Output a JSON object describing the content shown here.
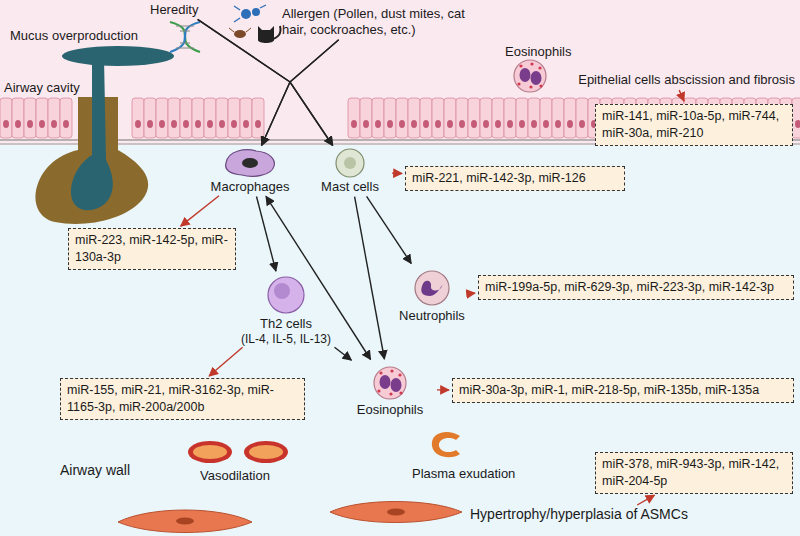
{
  "diagram": {
    "nodes": [
      {
        "text": [
          "Heredity"
        ]
      },
      {
        "text": [
          "Allergen (Pollen, dust mites, cat hair, cockroaches, etc.)"
        ]
      },
      {
        "text": [
          "Epithelial cells abscission and fibrosis"
        ]
      },
      {
        "text": [
          "miR-141, miR-10a-5p, miR-744, miR-30a, miR-210"
        ]
      },
      {
        "text": [
          "Macrophages"
        ]
      },
      {
        "text": [
          "Mast cells"
        ]
      },
      {
        "text": [
          "miR-221, miR-142-3p, miR-126"
        ]
      },
      {
        "text": [
          "miR-223, miR-142-5p, miR-130a-3p"
        ]
      },
      {
        "text": [
          "Th2 cells",
          "(IL-4, IL-5, IL-13)"
        ]
      },
      {
        "text": [
          "Neutrophils"
        ]
      },
      {
        "text": [
          "miR-199a-5p, miR-629-3p, miR-223-3p, miR-142-3p"
        ]
      },
      {
        "text": [
          "miR-155, miR-21, miR-3162-3p, miR-1165-3p, miR-200a/200b"
        ]
      },
      {
        "text": [
          "Eosinophils"
        ]
      },
      {
        "text": [
          "miR-30a-3p, miR-1, miR-218-5p, miR-135b, miR-135a"
        ]
      },
      {
        "text": [
          "miR-378, miR-943-3p, miR-142, miR-204-5p"
        ]
      },
      {
        "text": [
          "Hypertrophy/hyperplasia of ASMCs"
        ]
      }
    ],
    "edges": [
      {
        "from": 0,
        "to": 4,
        "arrow": "to"
      },
      {
        "from": 0,
        "to": 5,
        "arrow": "to"
      },
      {
        "from": 1,
        "to": 4,
        "arrow": "to"
      },
      {
        "from": 1,
        "to": 5,
        "arrow": "to"
      },
      {
        "from": 2,
        "to": 3,
        "arrow": "to"
      },
      {
        "from": 4,
        "to": 7,
        "arrow": "to"
      },
      {
        "from": 5,
        "to": 6,
        "arrow": "to"
      },
      {
        "from": 4,
        "to": 8,
        "arrow": "to"
      },
      {
        "from": 4,
        "to": 12,
        "arrow": "both"
      },
      {
        "from": 5,
        "to": 12,
        "arrow": "to"
      },
      {
        "from": 5,
        "to": 9,
        "arrow": "to"
      },
      {
        "from": 9,
        "to": 10,
        "arrow": "to"
      },
      {
        "from": 8,
        "to": 11,
        "arrow": "to"
      },
      {
        "from": 8,
        "to": 12,
        "arrow": "to"
      },
      {
        "from": 12,
        "to": 13,
        "arrow": "to"
      },
      {
        "from": 15,
        "to": 14,
        "arrow": "to"
      }
    ],
    "labels": [
      "Mucus overproduction",
      "Airway cavity",
      "Eosinophils",
      "Airway wall",
      "Vasodilation",
      "Plasma exudation"
    ]
  }
}
